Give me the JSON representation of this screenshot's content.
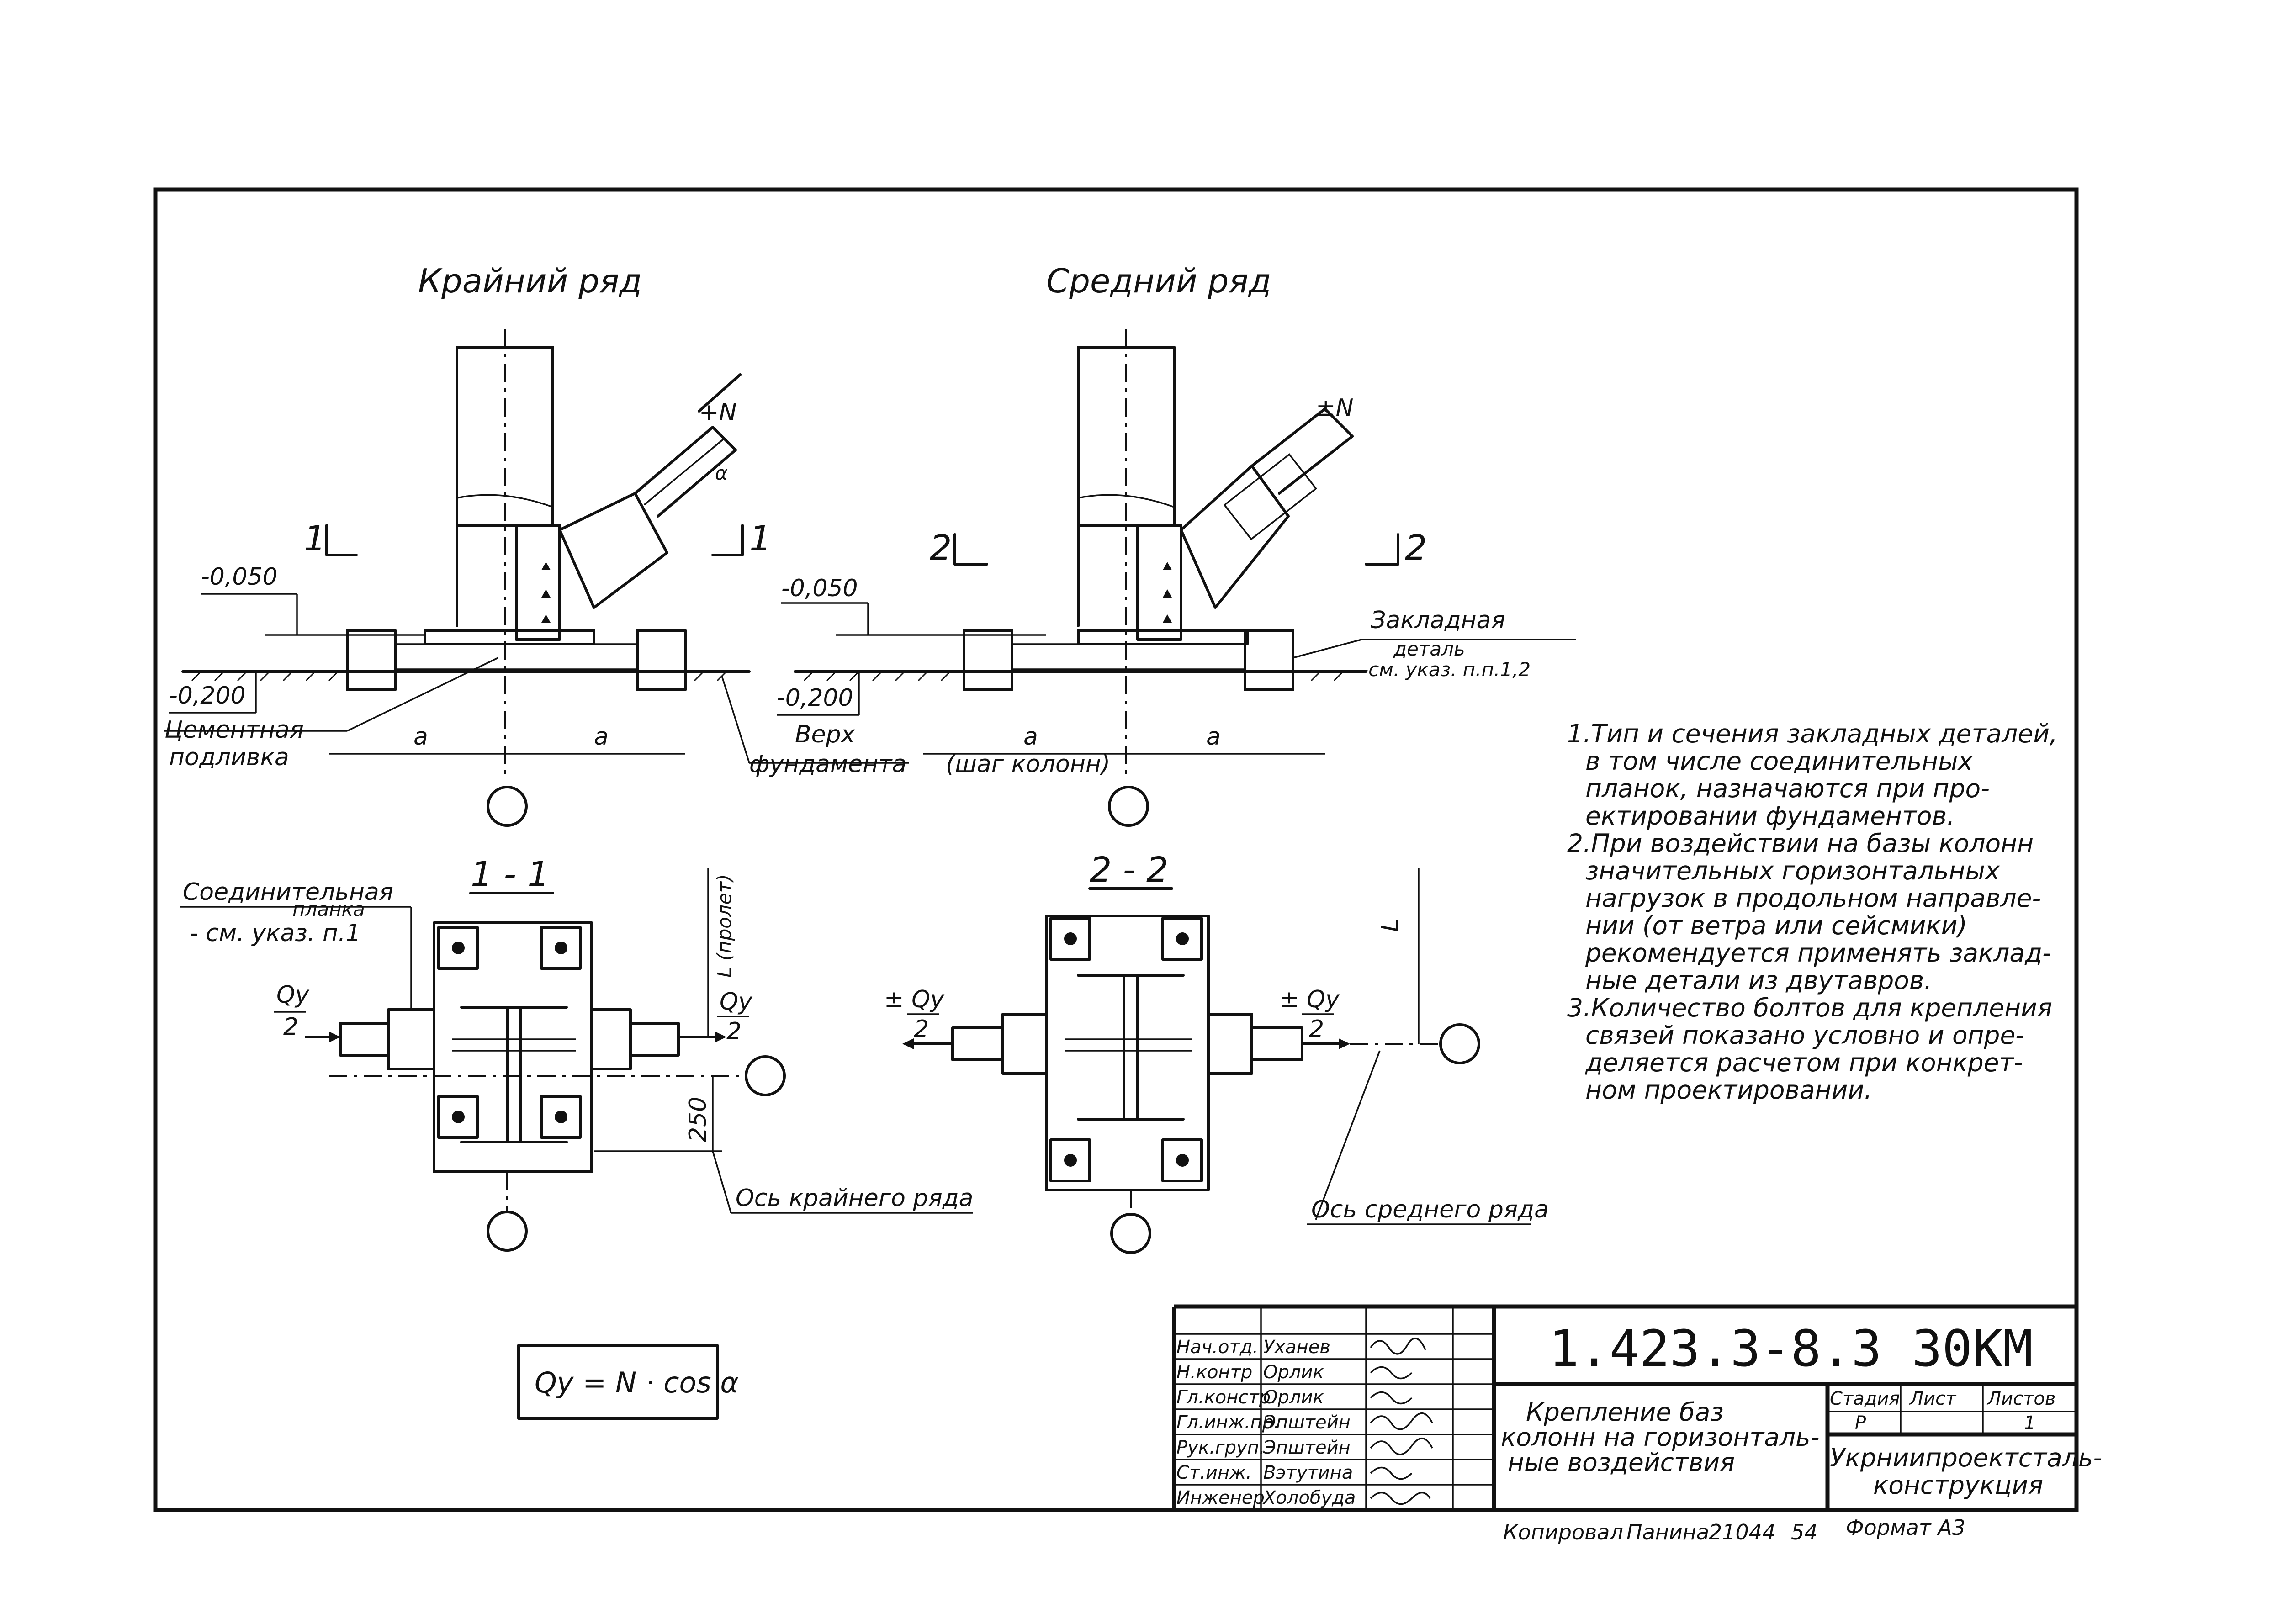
{
  "views": {
    "left_title": "Крайний ряд",
    "right_title": "Средний ряд"
  },
  "section_marks": {
    "left_a": "1",
    "left_b": "1",
    "right_a": "2",
    "right_b": "2",
    "sec1": "1 - 1",
    "sec2": "2 - 2"
  },
  "labels": {
    "force_left": "+N",
    "force_right": "±N",
    "angle": "α",
    "level_top_left": "-0,050",
    "level_bot_left": "-0,200",
    "level_top_right": "-0,050",
    "level_bot_right": "-0,200",
    "cement_line1": "Цементная",
    "cement_line2": "подливка",
    "found_top_line1": "Верх",
    "found_top_line2": "фундамента",
    "dim_a": "a",
    "step_cols": "(шаг колонн)",
    "embedded_line1": "Закладная",
    "embedded_line2": "деталь",
    "embedded_line3": "-см. указ. п.п.1,2",
    "plate_line1": "Соединительная",
    "plate_line2": "планка",
    "plate_line3": "- см. указ. п.1",
    "qy_left": "Qy",
    "qy_right": "Qy",
    "qy_pm_left": "± Qy",
    "qy_pm_right": "± Qy",
    "half": "2",
    "span": "L (пролет)",
    "span_right": "L",
    "dim_250": "250",
    "axis_edge": "Ось крайнего ряда",
    "axis_mid": "Ось среднего ряда"
  },
  "notes": [
    "1.Тип и сечения закладных деталей,",
    "в том числе соединительных",
    "планок, назначаются при про-",
    "ектировании фундаментов.",
    "2.При воздействии на базы колонн",
    "значительных горизонтальных",
    "нагрузок в продольном направле-",
    "нии (от ветра или сейсмики)",
    "рекомендуется применять заклад-",
    "ные детали из двутавров.",
    "3.Количество болтов для крепления",
    "связей показано условно и опре-",
    "деляется расчетом при конкрет-",
    "ном проектировании."
  ],
  "formula": "Qy = N · cos α",
  "title_block": {
    "code": "1.423.3-8.3 30КМ",
    "name_line1": "Крепление баз",
    "name_line2": "колонн на горизонталь-",
    "name_line3": "ные воздействия",
    "stage_hdr": "Стадия",
    "sheet_hdr": "Лист",
    "sheets_hdr": "Листов",
    "stage_val": "Р",
    "sheets_val": "1",
    "org_line1": "Укрниипроектсталь-",
    "org_line2": "конструкция",
    "rows": [
      {
        "role": "Нач.отд.",
        "name": "Уханев"
      },
      {
        "role": "Н.контр",
        "name": "Орлик"
      },
      {
        "role": "Гл.констр.",
        "name": "Орлик"
      },
      {
        "role": "Гл.инж.пр.",
        "name": "Эпштейн"
      },
      {
        "role": "Рук.груп.",
        "name": "Эпштейн"
      },
      {
        "role": "Ст.инж.",
        "name": "Вэтутина"
      },
      {
        "role": "Инженер",
        "name": "Холобуда"
      }
    ]
  },
  "footer": {
    "copied": "Копировал",
    "copier": "Панина",
    "num": "21044",
    "num2": "54",
    "format": "Формат А3"
  }
}
